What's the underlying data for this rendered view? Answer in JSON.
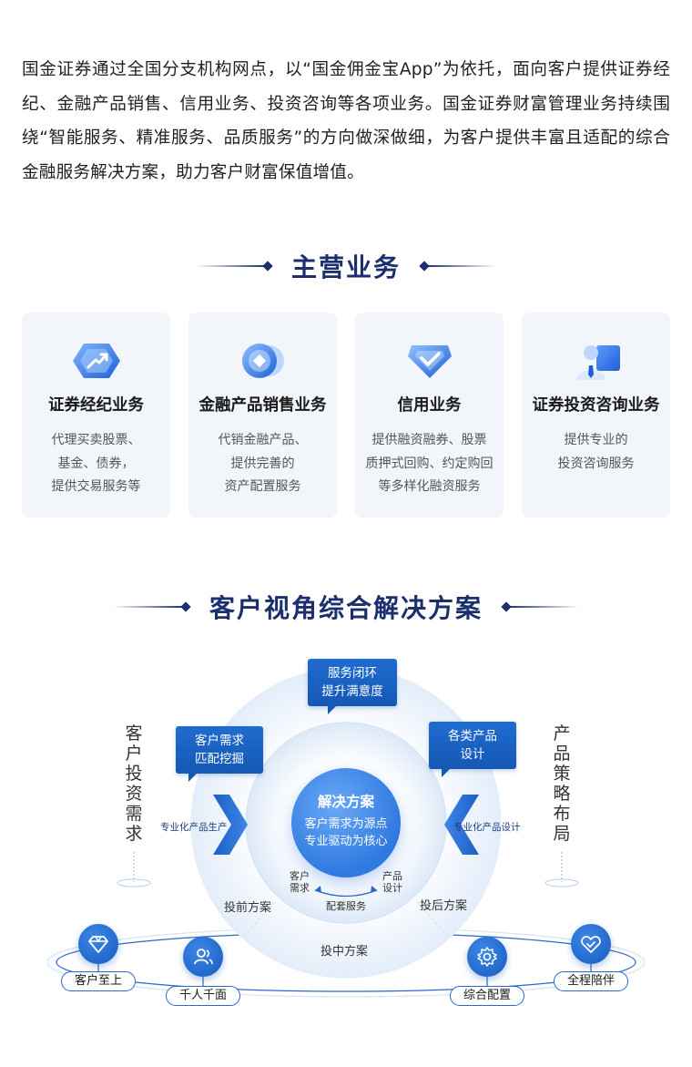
{
  "intro": "国金证券通过全国分支机构网点，以“国金佣金宝App”为依托，面向客户提供证券经纪、金融产品销售、信用业务、投资咨询等各项业务。国金证券财富管理业务持续围绕“智能服务、精准服务、品质服务”的方向做深做细，为客户提供丰富且适配的综合金融服务解决方案，助力客户财富保值增值。",
  "section1_title": "主营业务",
  "cards": [
    {
      "title": "证券经纪业务",
      "icon": "trend-arrow-hexagon-icon",
      "lines": [
        "代理买卖股票、",
        "基金、债券，",
        "提供交易服务等"
      ]
    },
    {
      "title": "金融产品销售业务",
      "icon": "coin-stack-icon",
      "lines": [
        "代销金融产品、",
        "提供完善的",
        "资产配置服务"
      ]
    },
    {
      "title": "信用业务",
      "icon": "check-shield-icon",
      "lines": [
        "提供融资融券、股票",
        "质押式回购、约定购回",
        "等多样化融资服务"
      ]
    },
    {
      "title": "证券投资咨询业务",
      "icon": "advisor-person-icon",
      "lines": [
        "提供专业的",
        "投资咨询服务"
      ]
    }
  ],
  "section2_title": "客户视角综合解决方案",
  "diagram": {
    "left_vertical": "客户投资需求",
    "right_vertical": "产品策略布局",
    "bubble_top": [
      "服务闭环",
      "提升满意度"
    ],
    "bubble_left": [
      "客户需求",
      "匹配挖掘"
    ],
    "bubble_right": [
      "各类产品",
      "设计"
    ],
    "arrow_left_label": "专业化产品生产",
    "arrow_right_label": "专业化产品设计",
    "core_title": "解决方案",
    "core_lines": [
      "客户需求为源点",
      "专业驱动为核心"
    ],
    "inner_left": [
      "客户",
      "需求"
    ],
    "inner_right": [
      "产品",
      "设计"
    ],
    "inner_bottom": "配套服务",
    "seg_left": "投前方案",
    "seg_right": "投后方案",
    "seg_bottom": "投中方案",
    "pills": [
      {
        "label": "客户至上",
        "icon": "diamond-icon"
      },
      {
        "label": "千人千面",
        "icon": "user-group-icon"
      },
      {
        "label": "综合配置",
        "icon": "gear-icon"
      },
      {
        "label": "全程陪伴",
        "icon": "heart-check-icon"
      }
    ]
  }
}
